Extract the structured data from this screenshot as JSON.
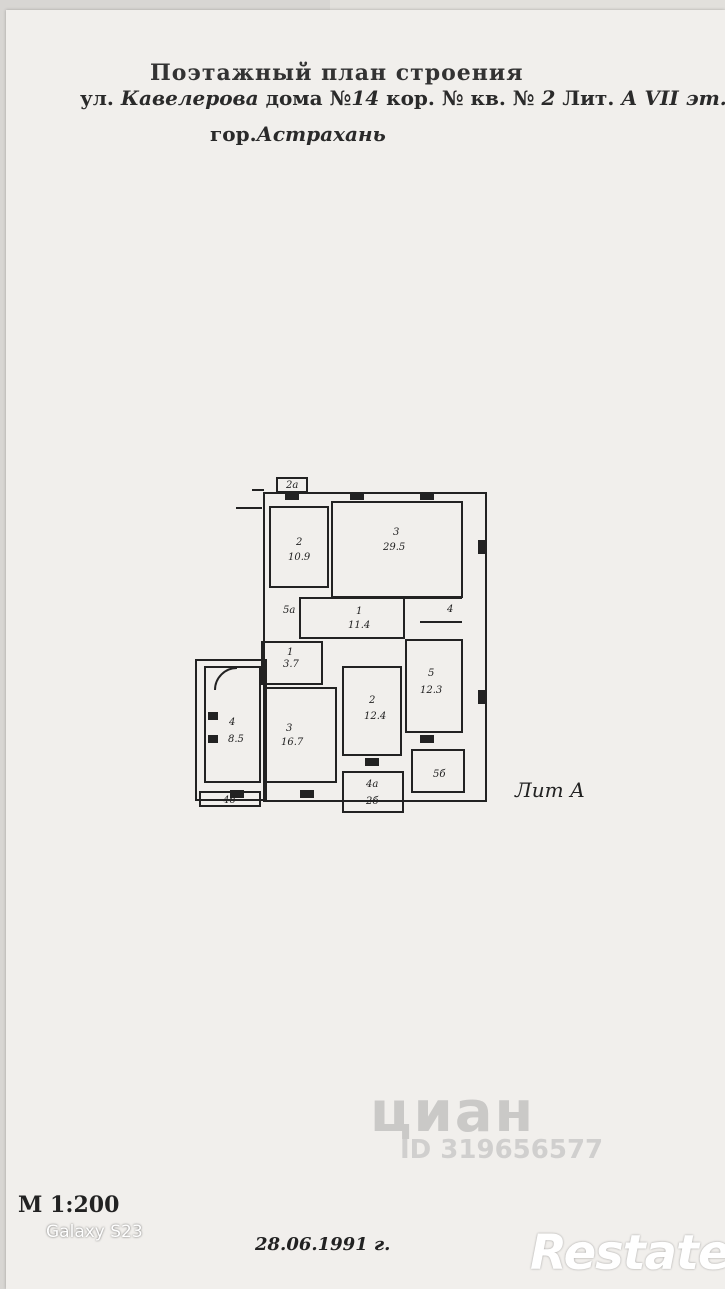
{
  "document": {
    "title": "Поэтажный план строения",
    "line1": {
      "prefix": "ул.",
      "street": "Кавелерова",
      "house_word": "дома №",
      "house_no": "14",
      "korpus": "кор. №",
      "kv_word": "кв. №",
      "kv_no": "2",
      "lit_word": "Лит.",
      "lit_value": "А",
      "floor": "VII эт."
    },
    "line2": {
      "city_word": "гор.",
      "city": "Астрахань"
    },
    "rooms": [
      {
        "num": "2а",
        "area": ""
      },
      {
        "num": "2",
        "area": "10.9"
      },
      {
        "num": "3",
        "area": "29.5"
      },
      {
        "num": "5а",
        "area": ""
      },
      {
        "num": "1",
        "area": "11.4"
      },
      {
        "num": "4",
        "area": ""
      },
      {
        "num": "1",
        "area": "3.7"
      },
      {
        "num": "5",
        "area": "12.3"
      },
      {
        "num": "4",
        "area": "8.5"
      },
      {
        "num": "3",
        "area": "16.7"
      },
      {
        "num": "2",
        "area": "12.4"
      },
      {
        "num": "4а",
        "area": ""
      },
      {
        "num": "2б",
        "area": ""
      },
      {
        "num": "5б",
        "area": ""
      },
      {
        "num": "4б",
        "area": ""
      }
    ],
    "litera": "Лит А",
    "scale": "1:200",
    "scale_prefix": "М",
    "footer_hand": "28.06.1991 г."
  },
  "overlays": {
    "camera_label": "Galaxy S23",
    "watermark_brand": "циан",
    "watermark_id": "ID 319656577",
    "agency_logo": "Restate"
  },
  "colors": {
    "paper": "#f1efec",
    "ink": "#222222",
    "background": "#d8d6d3"
  }
}
